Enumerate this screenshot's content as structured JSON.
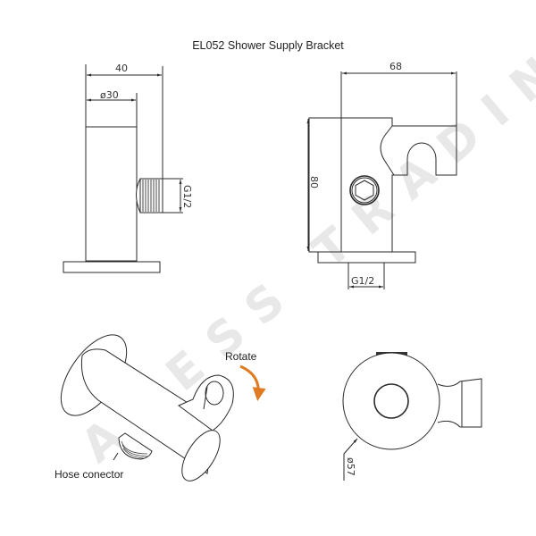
{
  "title": "EL052 Shower Supply Bracket",
  "watermark": "AXESS TRADING",
  "front_view": {
    "dim_overall_width": "40",
    "dim_body_diameter": "ø30",
    "dim_thread": "G1/2"
  },
  "side_view": {
    "dim_width": "68",
    "dim_height": "80",
    "dim_thread": "G1/2"
  },
  "iso_view": {
    "rotate_label": "Rotate",
    "hose_label": "Hose conector",
    "arrow_color": "#e07b24"
  },
  "top_view": {
    "dim_flange_diameter": "ø57"
  },
  "colors": {
    "line": "#2a2a2a",
    "watermark": "#e8e8e8",
    "accent": "#e07b24"
  }
}
